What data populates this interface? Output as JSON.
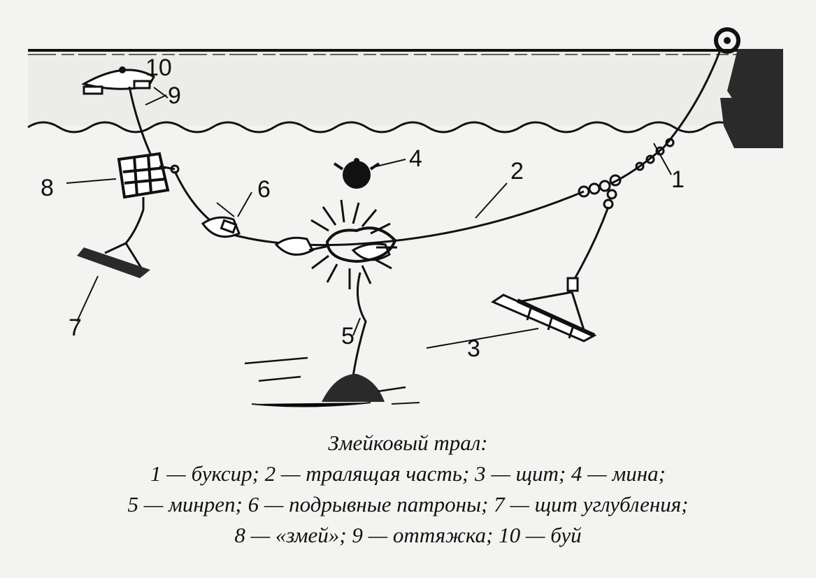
{
  "labels": {
    "n1": "1",
    "n2": "2",
    "n3": "3",
    "n4": "4",
    "n5": "5",
    "n6": "6",
    "n7": "7",
    "n8": "8",
    "n9": "9",
    "n10": "10"
  },
  "caption": {
    "title": "Змейковый трал:",
    "line1": "1 — буксир; 2 — тралящая часть; 3 — щит; 4 — мина;",
    "line2": "5 — минреп; 6 — подрывные патроны; 7 — щит углубления;",
    "line3": "8 — «змей»; 9 — оттяжка; 10 — буй"
  }
}
